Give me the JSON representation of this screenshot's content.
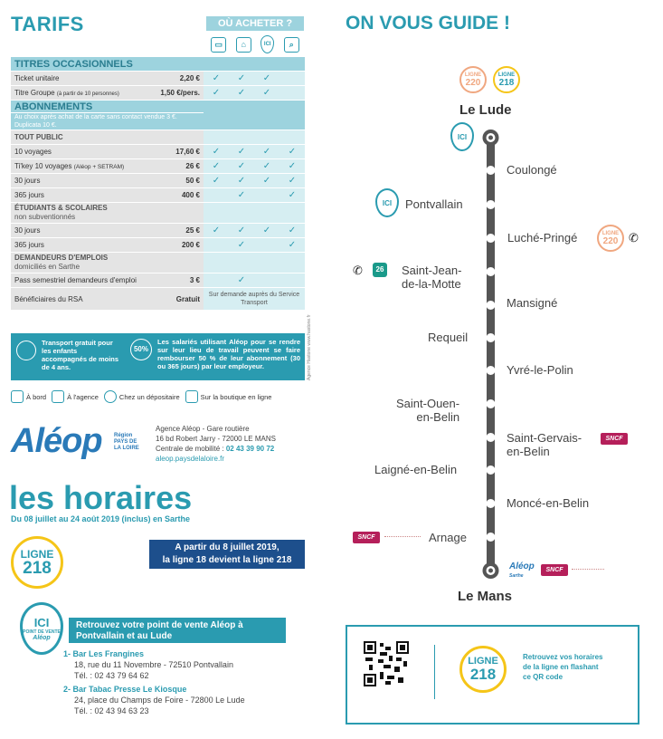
{
  "tarifs": {
    "title": "TARIFS",
    "ou_acheter": "OÙ ACHETER ?",
    "sections": {
      "occasionnels": "TITRES OCCASIONNELS",
      "abonnements": "ABONNEMENTS",
      "abonnements_note": "Au choix après achat de la carte sans contact vendue 3 €. Duplicata 10 €.",
      "tout_public": "TOUT PUBLIC",
      "etudiants": "ÉTUDIANTS & SCOLAIRES",
      "etudiants_sub": "non subventionnés",
      "demandeurs": "DEMANDEURS D'EMPLOIS",
      "demandeurs_sub": "domiciliés en Sarthe"
    },
    "rows": {
      "ticket": {
        "label": "Ticket unitaire",
        "price": "2,20 €"
      },
      "groupe": {
        "label": "Titre Groupe",
        "note": "(à partir de 10 personnes)",
        "price": "1,50 €/pers."
      },
      "tp10": {
        "label": "10 voyages",
        "price": "17,60 €"
      },
      "tikey": {
        "label": "Ti'key 10 voyages",
        "note": "(Aléop + SETRAM)",
        "price": "26 €"
      },
      "tp30": {
        "label": "30 jours",
        "price": "50 €"
      },
      "tp365": {
        "label": "365 jours",
        "price": "400 €"
      },
      "et30": {
        "label": "30 jours",
        "price": "25 €"
      },
      "et365": {
        "label": "365 jours",
        "price": "200 €"
      },
      "pass": {
        "label": "Pass semestriel demandeurs d'emploi",
        "price": "3 €"
      },
      "rsa": {
        "label": "Bénéficiaires du RSA",
        "price": "Gratuit",
        "note": "Sur demande auprès du Service Transport"
      }
    },
    "checkmark": "✓",
    "info_left": "Transport gratuit pour les enfants accompagnés de moins de 4 ans.",
    "info_pct": "50%",
    "info_right": "Les salariés utilisant Aléop pour se rendre sur leur lieu de travail peuvent se faire rembourser 50 % de leur abonnement (30 ou 365 jours) par leur employeur.",
    "side_credit": "Agence Hastone www.hastone.fr"
  },
  "legend": {
    "a_bord": "À bord",
    "agence": "À l'agence",
    "depositaire": "Chez un dépositaire",
    "boutique": "Sur la boutique en ligne"
  },
  "aleop": {
    "logo": "Aléop",
    "region": "PAYS DE LA LOIRE",
    "region_small": "Région",
    "agence_lines": [
      "Agence Aléop - Gare routière",
      "16 bd Robert Jarry - 72000 LE MANS",
      "Centrale de mobilité :",
      "aleop.paysdelaloire.fr"
    ],
    "phone": "02 43 39 90 72"
  },
  "horaires": {
    "title": "les horaires",
    "dates": "Du 08 juillet au 24 août 2019 (inclus) en Sarthe",
    "ligne_word": "LIGNE",
    "ligne_num": "218",
    "notice_1": "A partir du 8 juillet 2019,",
    "notice_2": "la ligne 18 devient la ligne 218"
  },
  "points_vente": {
    "ici_1": "ICI",
    "ici_2": "POINT DE VENTE",
    "ici_3": "Aléop",
    "header_1": "Retrouvez votre point de vente Aléop à",
    "header_2": "Pontvallain et au Lude",
    "p1_name": "1- Bar Les Frangines",
    "p1_addr": "18, rue du 11 Novembre - 72510 Pontvallain",
    "p1_tel": "Tél. : 02 43 79 64 62",
    "p2_name": "2- Bar Tabac Presse Le Kiosque",
    "p2_addr": "24, place du Champs de Foire - 72800 Le Lude",
    "p2_tel": "Tél. : 02 43 94 63 23"
  },
  "guide": {
    "title": "ON VOUS GUIDE !",
    "ligne_word": "LIGNE",
    "l220": "220",
    "l218": "218",
    "start": "Le Lude",
    "end": "Le Mans",
    "stops": [
      "Coulongé",
      "Pontvallain",
      "Luché-Pringé",
      "Saint-Jean-",
      "de-la-Motte",
      "Mansigné",
      "Requeil",
      "Yvré-le-Polin",
      "Saint-Ouen-",
      "en-Belin",
      "Saint-Gervais-",
      "en-Belin",
      "Laigné-en-Belin",
      "Moncé-en-Belin",
      "Arnage"
    ],
    "sncf": "SNCF",
    "bus26": "26",
    "aleop_small": "Aléop",
    "sarthe": "Sarthe"
  },
  "qr_section": {
    "ligne_word": "LIGNE",
    "num": "218",
    "text": [
      "Retrouvez vos horaires",
      "de la ligne en flashant",
      "ce QR code"
    ]
  }
}
